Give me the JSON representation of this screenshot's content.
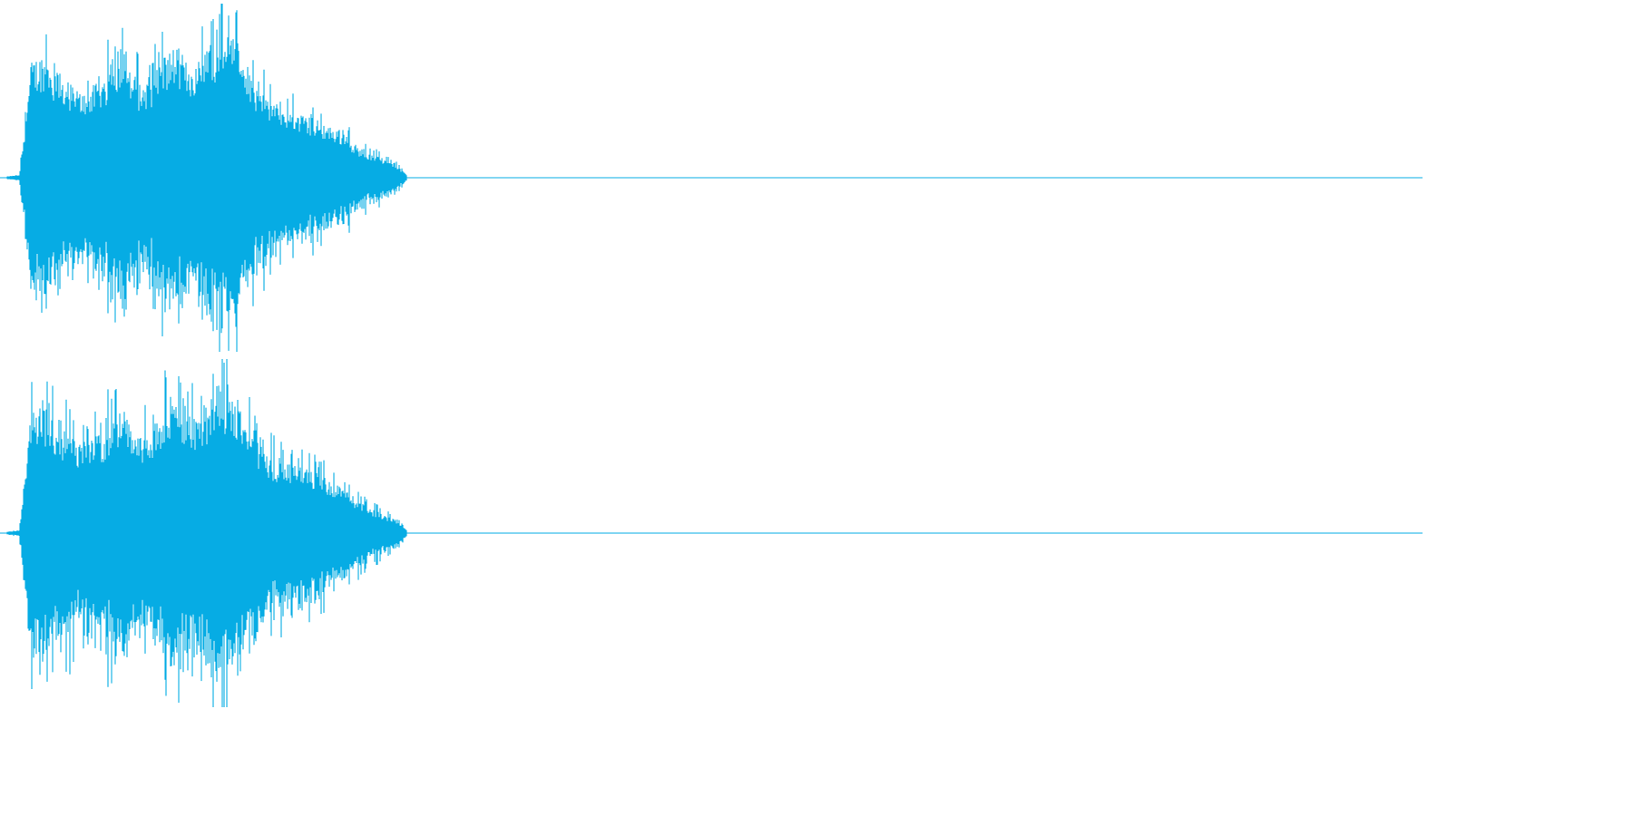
{
  "waveform": {
    "color": "#06ace4",
    "background": "#ffffff",
    "channels": [
      {
        "name": "",
        "sound_end_fraction": 0.285,
        "envelope": [
          0.01,
          0.02,
          0.85,
          0.9,
          0.78,
          0.7,
          0.62,
          0.66,
          0.72,
          0.88,
          0.8,
          0.68,
          0.74,
          0.9,
          0.95,
          0.82,
          0.86,
          0.98,
          1.0,
          0.96,
          0.75,
          0.62,
          0.55,
          0.48,
          0.46,
          0.44,
          0.4,
          0.36,
          0.3,
          0.22,
          0.18,
          0.14,
          0.1,
          0.02
        ]
      },
      {
        "name": "",
        "sound_end_fraction": 0.285,
        "envelope": [
          0.01,
          0.02,
          0.88,
          0.92,
          0.8,
          0.72,
          0.64,
          0.68,
          0.74,
          0.9,
          0.82,
          0.7,
          0.76,
          0.92,
          0.96,
          0.84,
          0.88,
          0.98,
          1.0,
          0.95,
          0.76,
          0.6,
          0.54,
          0.5,
          0.48,
          0.45,
          0.42,
          0.36,
          0.3,
          0.24,
          0.18,
          0.14,
          0.1,
          0.02
        ]
      }
    ]
  }
}
